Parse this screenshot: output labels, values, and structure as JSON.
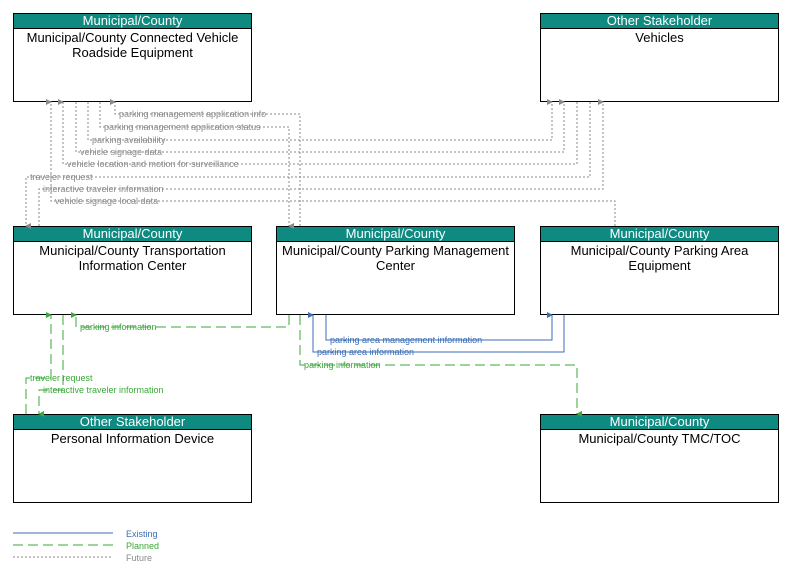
{
  "colors": {
    "header": "#0e8a80",
    "existing": "#3b6db5",
    "planned": "#3aa83a",
    "future": "#8a8a8a"
  },
  "nodes": {
    "rse": {
      "header": "Municipal/County",
      "title": "Municipal/County Connected Vehicle Roadside Equipment"
    },
    "vehicles": {
      "header": "Other Stakeholder",
      "title": "Vehicles"
    },
    "tic": {
      "header": "Municipal/County",
      "title": "Municipal/County Transportation Information Center"
    },
    "pmc": {
      "header": "Municipal/County",
      "title": "Municipal/County Parking Management Center"
    },
    "pae": {
      "header": "Municipal/County",
      "title": "Municipal/County Parking Area Equipment"
    },
    "pid": {
      "header": "Other Stakeholder",
      "title": "Personal Information Device"
    },
    "tmc": {
      "header": "Municipal/County",
      "title": "Municipal/County TMC/TOC"
    }
  },
  "flows": {
    "f1": "parking management application info",
    "f2": "parking management application status",
    "f3": "parking availability",
    "f4": "vehicle signage data",
    "f5": "vehicle location and motion for surveillance",
    "f6": "traveler request",
    "f7": "interactive traveler information",
    "f8": "vehicle signage local data",
    "f9": "parking information",
    "f10": "parking area management information",
    "f11": "parking area information",
    "f12": "parking information",
    "f13": "traveler request",
    "f14": "interactive traveler information"
  },
  "legend": {
    "existing": "Existing",
    "planned": "Planned",
    "future": "Future"
  }
}
